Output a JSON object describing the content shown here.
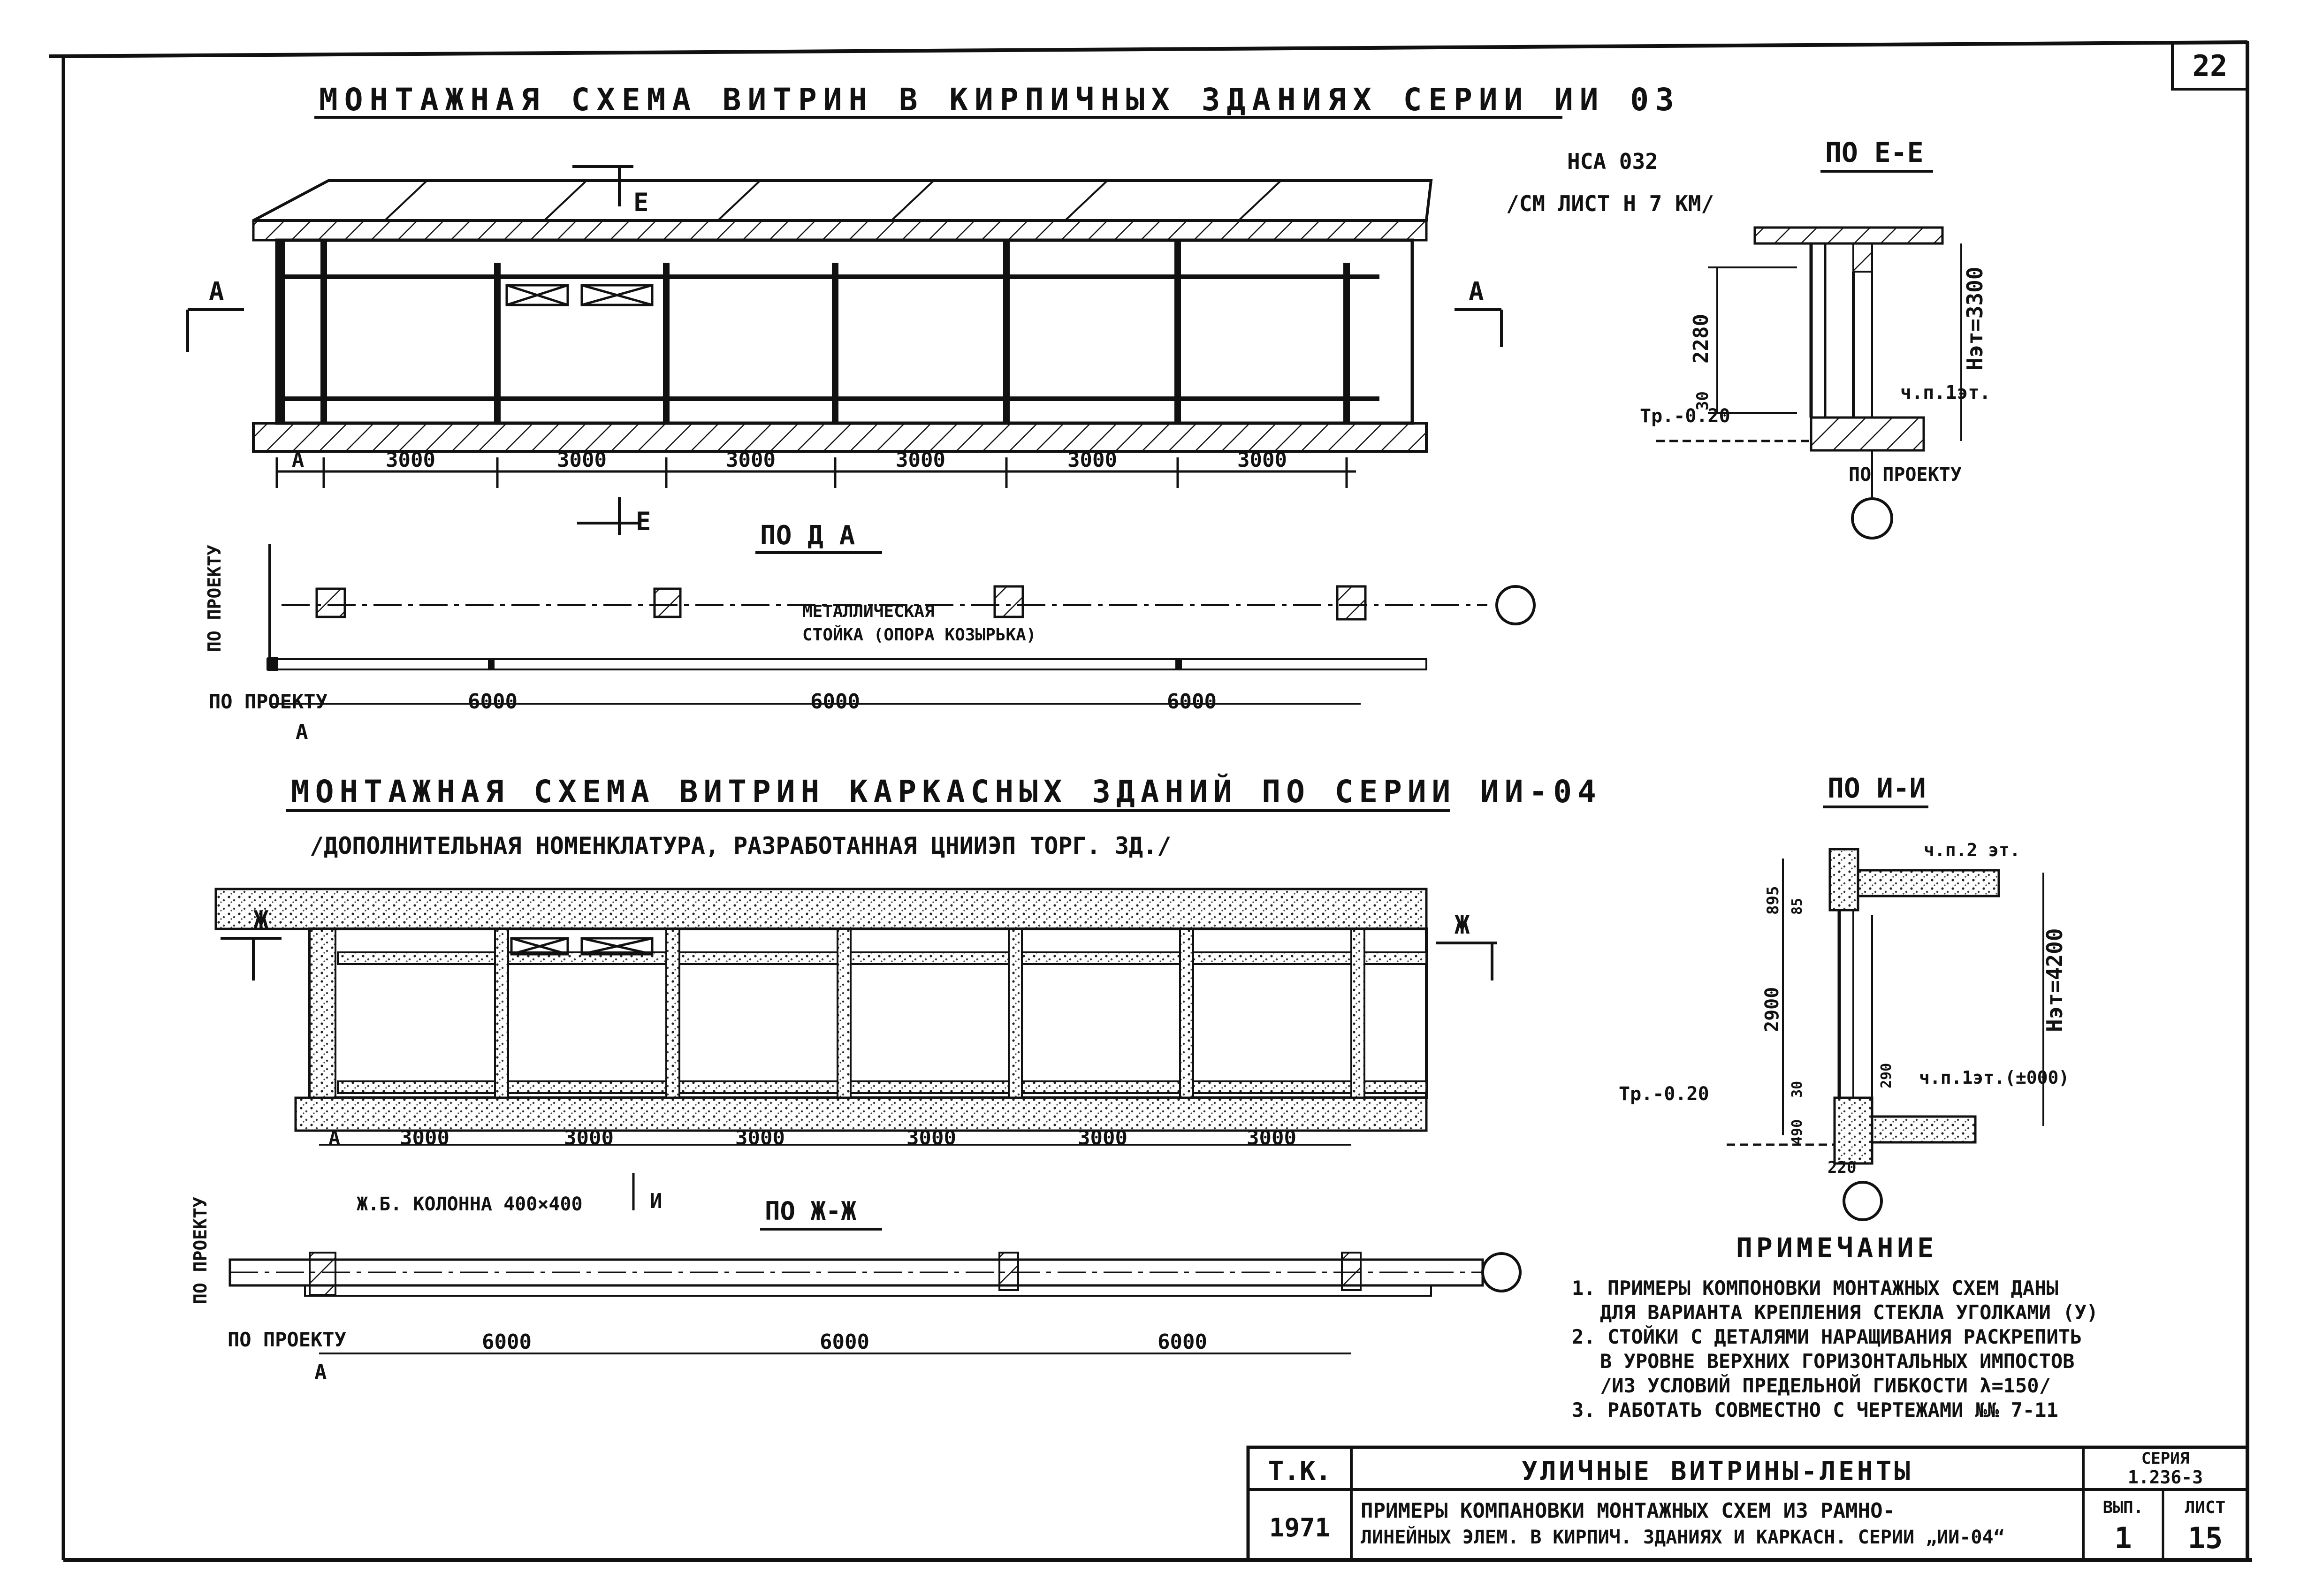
{
  "sheet_number": "22",
  "plan1": {
    "title": "МОНТАЖНАЯ СХЕМА ВИТРИН В КИРПИЧНЫХ ЗДАНИЯХ СЕРИИ ИИ 03",
    "ref_code": "НСА 032",
    "ref_note": "/СМ ЛИСТ Н 7 КМ/",
    "section_mark_E": "Е",
    "section_mark_A": "А",
    "axis": "А",
    "dims": [
      "3000",
      "3000",
      "3000",
      "3000",
      "3000",
      "3000"
    ],
    "view_title": "ПО Д А",
    "label_metal": "МЕТАЛЛИЧЕСКАЯ",
    "label_post": "СТОЙКА (ОПОРА КОЗЫРЬКА)",
    "label_project_v": "ПО ПРОЕКТУ",
    "label_project": "ПО ПРОЕКТУ",
    "plan_dims": [
      "6000",
      "6000",
      "6000"
    ]
  },
  "sectionE": {
    "title": "ПО Е-Е",
    "dim_2280": "2280",
    "dim_30": "30",
    "dim_h": "Нэт=3300",
    "level_tr": "Тр.-0.20",
    "level_floor": "ч.п.1эт.",
    "project": "ПО ПРОЕКТУ"
  },
  "plan2": {
    "title": "МОНТАЖНАЯ СХЕМА ВИТРИН КАРКАСНЫХ ЗДАНИЙ ПО СЕРИИ ИИ-04",
    "subtitle": "/ДОПОЛНИТЕЛЬНАЯ НОМЕНКЛАТУРА, РАЗРАБОТАННАЯ ЦНИИЭП ТОРГ. ЗД./",
    "section_mark": "Ж",
    "axis": "А",
    "dims": [
      "3000",
      "3000",
      "3000",
      "3000",
      "3000",
      "3000"
    ],
    "column_label": "Ж.Б. КОЛОННА 400×400",
    "mark_I": "И",
    "view_title": "ПО Ж-Ж",
    "label_project_v": "ПО ПРОЕКТУ",
    "label_project": "ПО ПРОЕКТУ",
    "plan_dims": [
      "6000",
      "6000",
      "6000"
    ]
  },
  "sectionI": {
    "title": "ПО И-И",
    "level_2": "ч.п.2 эт.",
    "dim_895": "895",
    "dim_85": "85",
    "dim_2900": "2900",
    "dim_30": "30",
    "dim_490": "490",
    "dim_290": "290",
    "dim_220": "220",
    "dim_h": "Нэт=4200",
    "level_1": "ч.п.1эт.(±000)",
    "level_tr": "Тр.-0.20"
  },
  "notes": {
    "title": "ПРИМЕЧАНИЕ",
    "lines": [
      "1. ПРИМЕРЫ КОМПОНОВКИ МОНТАЖНЫХ СХЕМ ДАНЫ",
      "ДЛЯ ВАРИАНТА КРЕПЛЕНИЯ СТЕКЛА УГОЛКАМИ (У)",
      "2. СТОЙКИ С ДЕТАЛЯМИ НАРАЩИВАНИЯ РАСКРЕПИТЬ",
      "В УРОВНЕ ВЕРХНИХ ГОРИЗОНТАЛЬНЫХ ИМПОСТОВ",
      "/ИЗ УСЛОВИЙ ПРЕДЕЛЬНОЙ ГИБКОСТИ λ=150/",
      "3. РАБОТАТЬ СОВМЕСТНО С ЧЕРТЕЖАМИ №№ 7-11"
    ]
  },
  "title_block": {
    "code": "Т.К.",
    "year": "1971",
    "title": "УЛИЧНЫЕ ВИТРИНЫ-ЛЕНТЫ",
    "desc1": "ПРИМЕРЫ КОМПАНОВКИ МОНТАЖНЫХ СХЕМ ИЗ РАМНО-",
    "desc2": "ЛИНЕЙНЫХ ЭЛЕМ. В КИРПИЧ. ЗДАНИЯХ И КАРКАСН. СЕРИИ „ИИ-04“",
    "series_label": "СЕРИЯ",
    "series": "1.236-3",
    "issue_label": "ВЫП.",
    "issue": "1",
    "sheet_label": "ЛИСТ",
    "sheet": "15"
  }
}
